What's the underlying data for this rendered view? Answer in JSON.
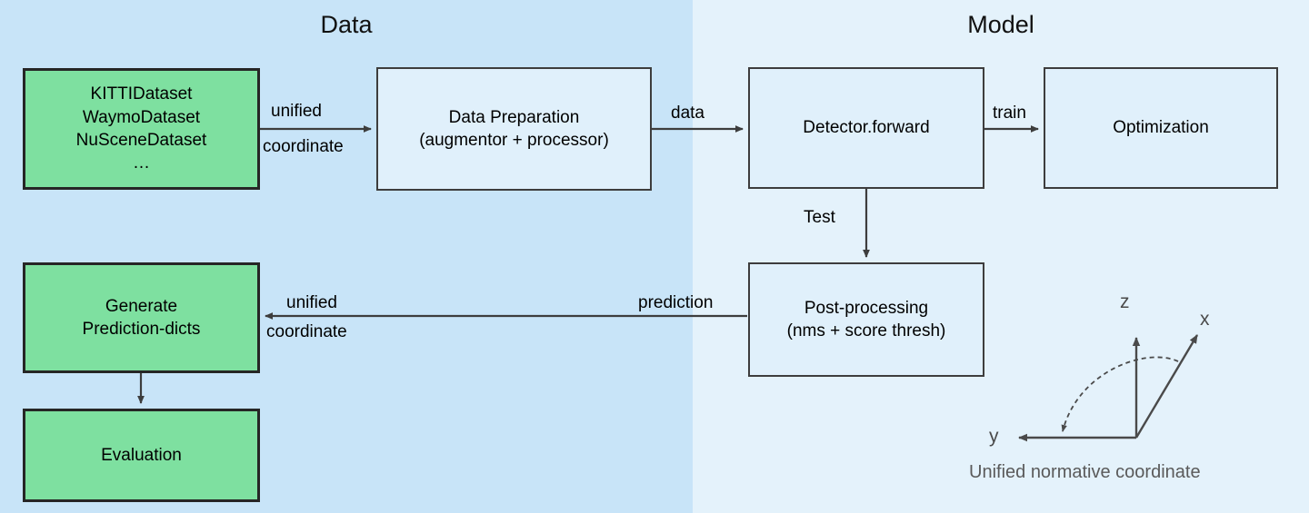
{
  "sections": [
    {
      "id": "data",
      "title": "Data",
      "bg": "#c8e4f8"
    },
    {
      "id": "model",
      "title": "Model",
      "bg": "#e4f2fb"
    }
  ],
  "nodes": {
    "datasets": {
      "label": "KITTIDataset\nWaymoDataset\nNuSceneDataset\n…",
      "fill": "#7ee0a0"
    },
    "data_preparation": {
      "label": "Data Preparation\n(augmentor + processor)",
      "fill": "#e0f0fb"
    },
    "detector": {
      "label": "Detector.forward",
      "fill": "#e0f0fb"
    },
    "optimization": {
      "label": "Optimization",
      "fill": "#e0f0fb"
    },
    "post_processing": {
      "label": "Post-processing\n(nms + score thresh)",
      "fill": "#e0f0fb"
    },
    "generate_prediction_dicts": {
      "label": "Generate\nPrediction-dicts",
      "fill": "#7ee0a0"
    },
    "evaluation": {
      "label": "Evaluation",
      "fill": "#7ee0a0"
    }
  },
  "edge_labels": {
    "unified_1": "unified",
    "coordinate_1": "coordinate",
    "data": "data",
    "train": "train",
    "test": "Test",
    "prediction": "prediction",
    "unified_2": "unified",
    "coordinate_2": "coordinate"
  },
  "coordinate_frame": {
    "axis_z": "z",
    "axis_x": "x",
    "axis_y": "y",
    "caption": "Unified normative coordinate",
    "color": "#4a4a4a"
  }
}
